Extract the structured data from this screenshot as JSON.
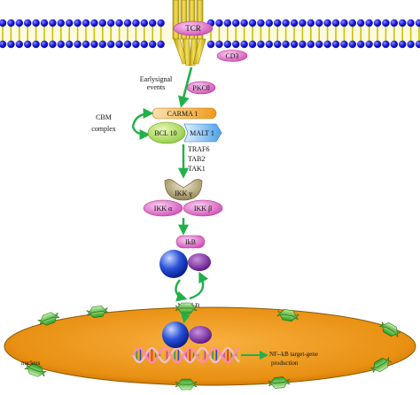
{
  "labels": {
    "tcr": "TCR",
    "cd3": "CD3",
    "early_line1": "Earlysignal",
    "early_line2": "events",
    "pkc": "PKCθ",
    "carma": "CARMA 1",
    "cbm_line1": "CBM",
    "cbm_line2": "complex",
    "bcl10": "BCL 10",
    "malt1": "MALT 1",
    "traf6": "TRAF6",
    "tab2": "TAB2",
    "tak1": "TAK1",
    "ikk_gamma": "IKK γ",
    "ikk_alpha": "IKK α",
    "ikk_beta": "IKK β",
    "ikb": "IkB",
    "nfkb": "NF--kB",
    "target_line1": "NF--kB target-gene",
    "target_line2": "production",
    "nucleus": "nucleus"
  },
  "colors": {
    "membrane_bead": "#1a1ae0",
    "membrane_link": "#d8d400",
    "receptor": "#e6c72a",
    "pink": "#e872d0",
    "orange": "#f0a12a",
    "green_arrow": "#22b04a",
    "blue_sphere": "#2a52d8",
    "purple": "#7a2aa0",
    "nucleus_fill": "#f0a020"
  }
}
